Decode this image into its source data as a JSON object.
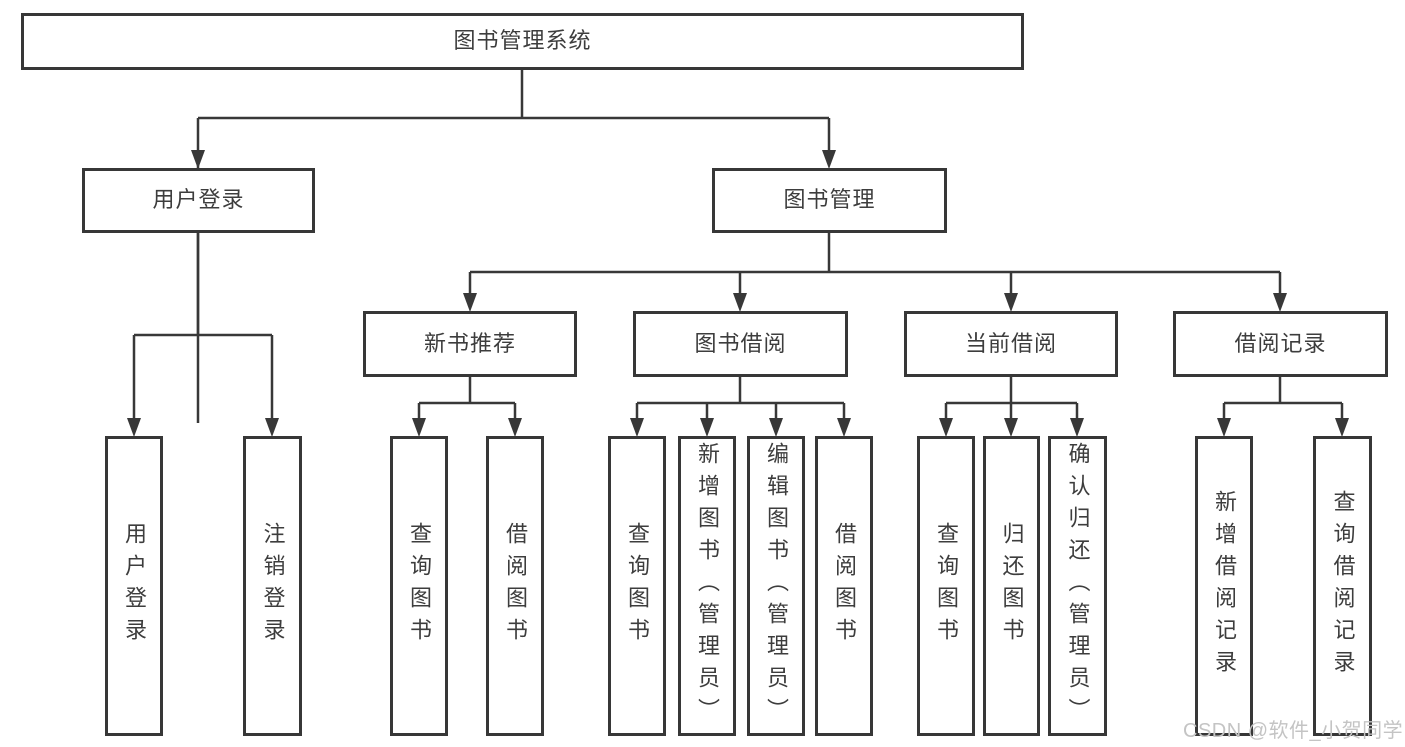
{
  "tree": {
    "root": {
      "label": "图书管理系统",
      "children": [
        {
          "label": "用户登录",
          "children": [
            {
              "label": "用户登录"
            },
            {
              "label": "注销登录"
            }
          ]
        },
        {
          "label": "图书管理",
          "children": [
            {
              "label": "新书推荐",
              "children": [
                {
                  "label": "查询图书"
                },
                {
                  "label": "借阅图书"
                }
              ]
            },
            {
              "label": "图书借阅",
              "children": [
                {
                  "label": "查询图书"
                },
                {
                  "label": "新增图书（管理员）"
                },
                {
                  "label": "编辑图书（管理员）"
                },
                {
                  "label": "借阅图书"
                }
              ]
            },
            {
              "label": "当前借阅",
              "children": [
                {
                  "label": "查询图书"
                },
                {
                  "label": "归还图书"
                },
                {
                  "label": "确认归还（管理员）"
                }
              ]
            },
            {
              "label": "借阅记录",
              "children": [
                {
                  "label": "新增借阅记录"
                },
                {
                  "label": "查询借阅记录"
                }
              ]
            }
          ]
        }
      ]
    }
  },
  "watermark": {
    "text": "CSDN @软件_小贺同学",
    "color": "#c4c4c4"
  },
  "colors": {
    "line": "#383838",
    "text": "#3d3d3d",
    "background": "#ffffff"
  }
}
